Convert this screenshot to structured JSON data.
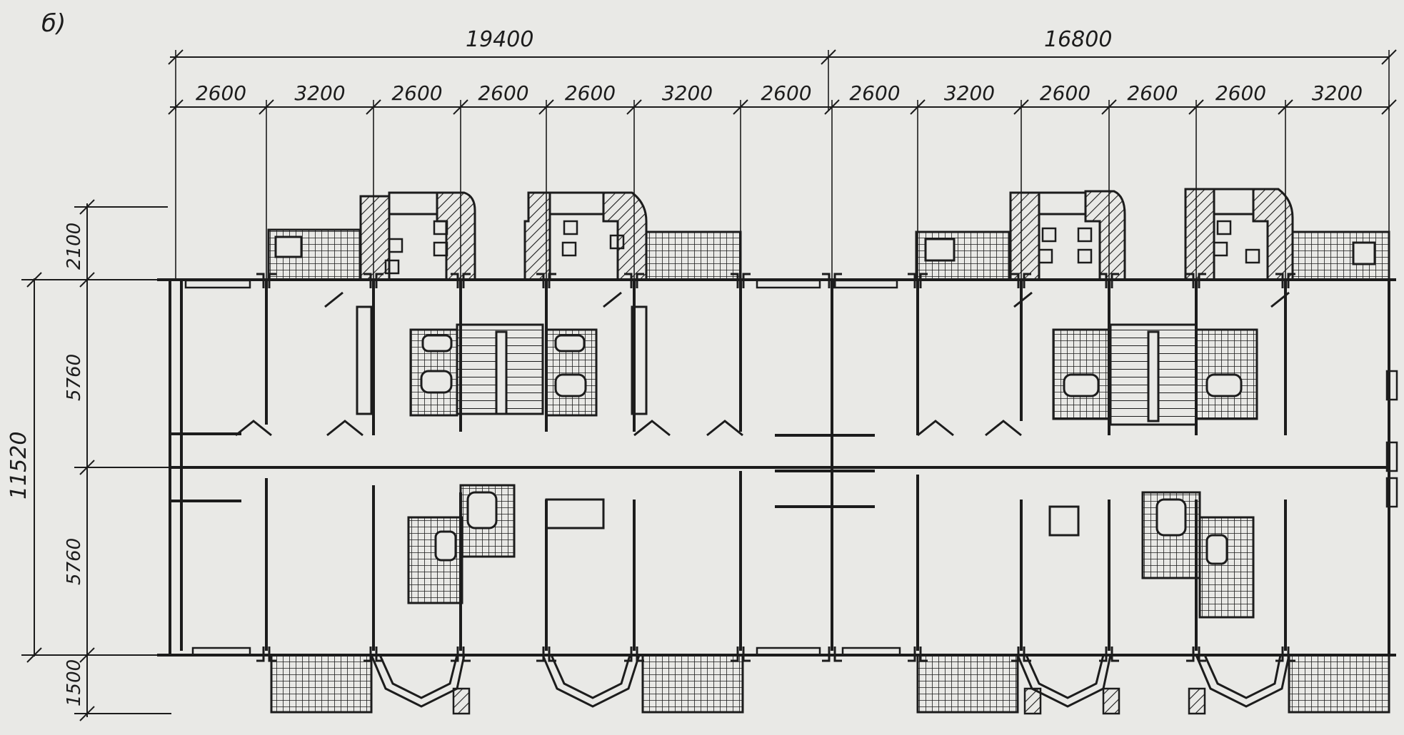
{
  "figure_label": "б)",
  "dimensions": {
    "top_totals": [
      "19400",
      "16800"
    ],
    "top_modules": [
      "2600",
      "3200",
      "2600",
      "2600",
      "2600",
      "3200",
      "2600",
      "2600",
      "3200",
      "2600",
      "2600",
      "2600",
      "3200"
    ],
    "left_total": "11520",
    "left_spans": [
      "2100",
      "5760",
      "5760",
      "1500"
    ]
  },
  "colors": {
    "paper": "#e9e9e6",
    "ink": "#1c1c1c"
  }
}
